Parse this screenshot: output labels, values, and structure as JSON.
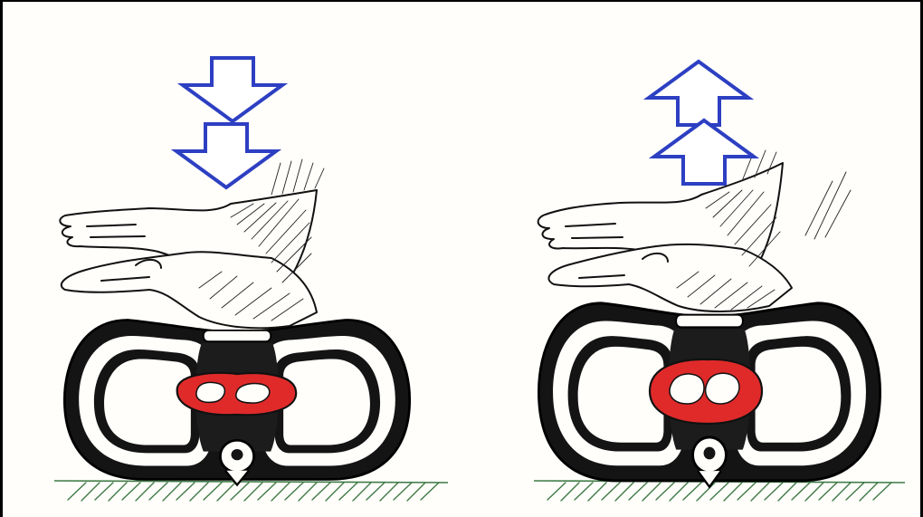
{
  "illustration": {
    "panels": [
      {
        "id": "compression",
        "arrow_direction": "down",
        "arrow_count": 2
      },
      {
        "id": "release",
        "arrow_direction": "up",
        "arrow_count": 2
      }
    ],
    "colors": {
      "arrow_outline": "#2d3fc2",
      "heart_fill": "#e02a2a",
      "ribcage_ink": "#111111",
      "ground_grass": "#3f7a45",
      "background": "#fffefb"
    },
    "icons": [
      "down-arrow-icon",
      "up-arrow-icon",
      "hands-icon",
      "chest-cross-section",
      "heart-icon",
      "spine-icon"
    ]
  }
}
